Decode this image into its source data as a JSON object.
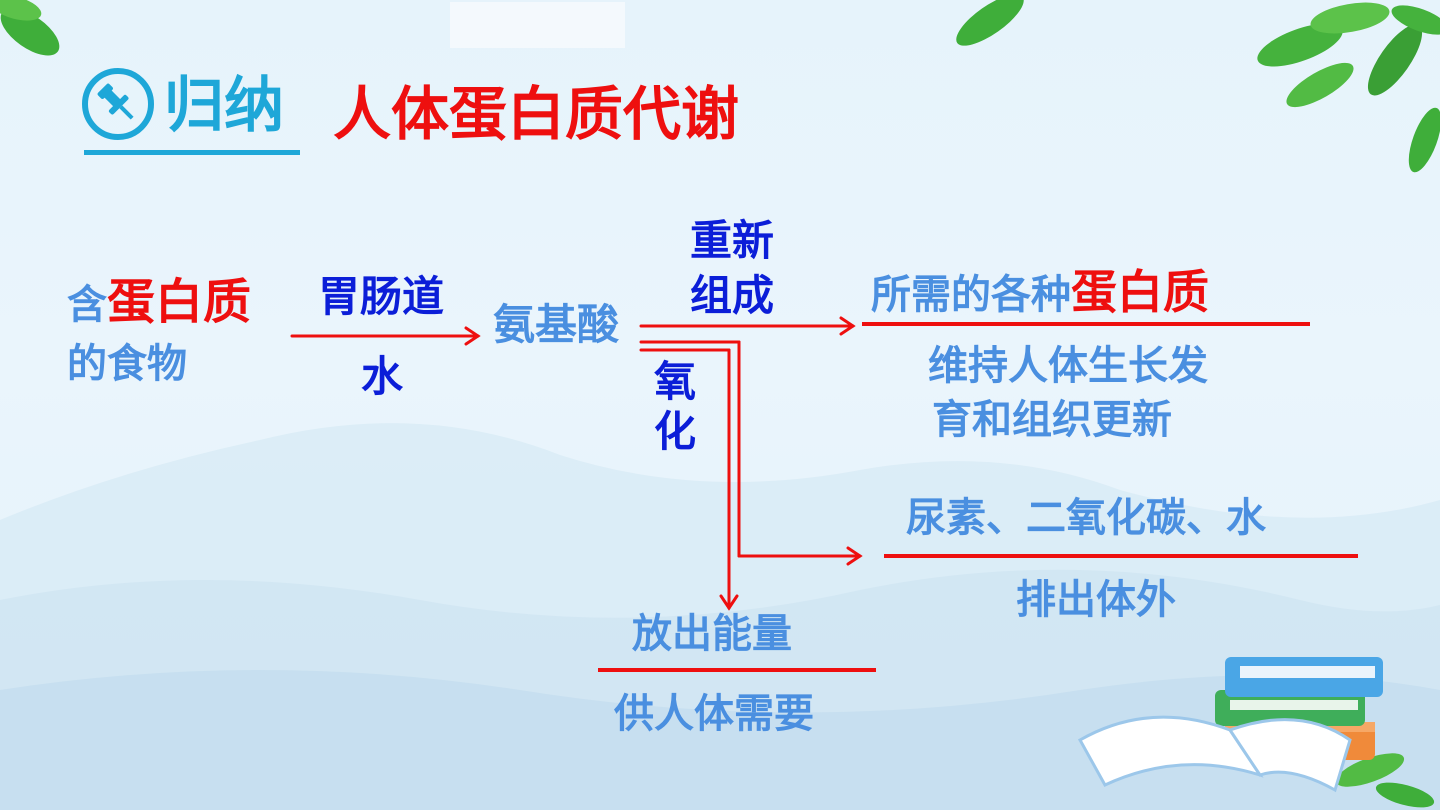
{
  "header": {
    "tag": "归纳",
    "title": "人体蛋白质代谢"
  },
  "diagram": {
    "food_prefix": "含",
    "food_highlight": "蛋白质",
    "food_suffix": "的食物",
    "digestion_site": "胃肠道",
    "digestion_agent": "水",
    "amino_acids": "氨基酸",
    "reassemble_line1": "重新",
    "reassemble_line2": "组成",
    "oxidize_line1": "氧",
    "oxidize_line2": "化",
    "protein_prefix": "所需的各种",
    "protein_highlight": "蛋白质",
    "growth_line1": "维持人体生长发",
    "growth_line2": "育和组织更新",
    "products": "尿素、二氧化碳、水",
    "excrete": "排出体外",
    "energy": "放出能量",
    "energy_use": "供人体需要"
  },
  "colors": {
    "arrow": "#ee0f0f",
    "light_blue": "#4a8fe0",
    "dark_blue": "#0b1ed8",
    "highlight": "#ee0f0f",
    "leaf_green": "#3fae3a"
  }
}
